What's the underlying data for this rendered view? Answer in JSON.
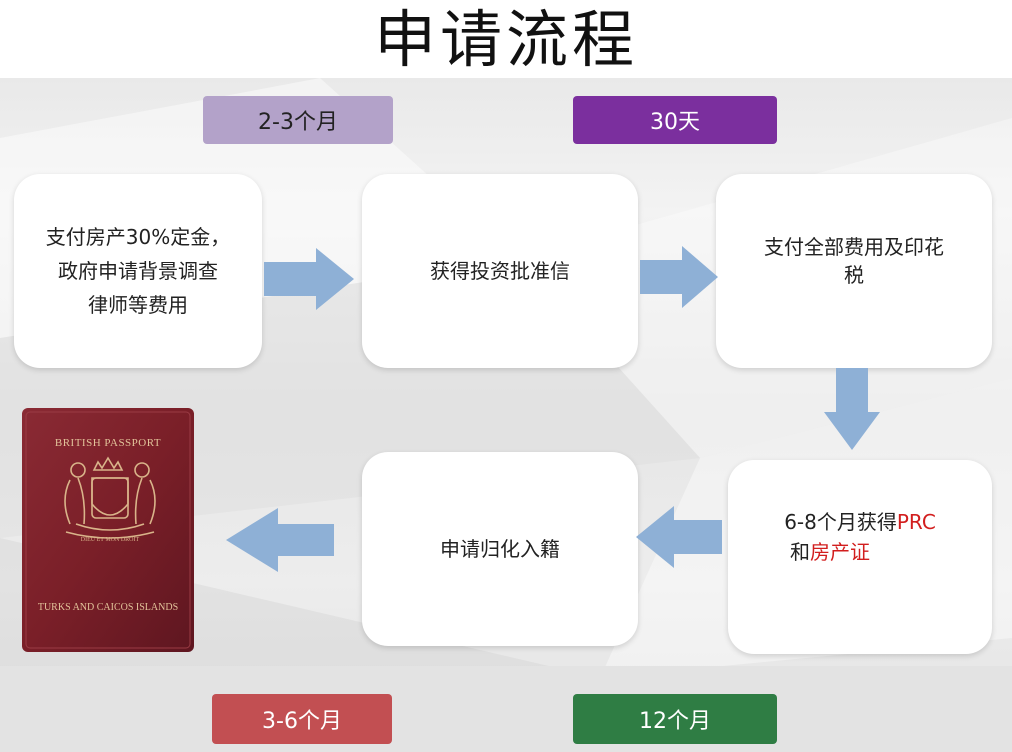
{
  "title": "申请流程",
  "durations": {
    "first": "2-3个月",
    "second": "30天",
    "third": "3-6个月",
    "fourth": "12个月"
  },
  "steps": {
    "step1": [
      "支付房产30%定金，",
      "政府申请背景调查",
      "律师等费用"
    ],
    "step2": "获得投资批准信",
    "step3": [
      "支付全部费用及印花",
      "税"
    ],
    "step4": {
      "line1_plain": "6-8个月获得",
      "line1_red": "PRC",
      "line2_plain": "和",
      "line2_red": "房产证"
    },
    "step5": "申请归化入籍"
  },
  "passport": {
    "header": "BRITISH PASSPORT",
    "footer": "TURKS AND CAICOS ISLANDS",
    "motto": "DIEU ET MON DROIT"
  },
  "colors": {
    "badge_lavender": "#b3a2c9",
    "badge_purple": "#7b2f9e",
    "badge_red": "#c24f52",
    "badge_green": "#2f7d44",
    "arrow": "#8eb0d6",
    "passport": "#7a1f28",
    "accent_red": "#d21e1e"
  }
}
